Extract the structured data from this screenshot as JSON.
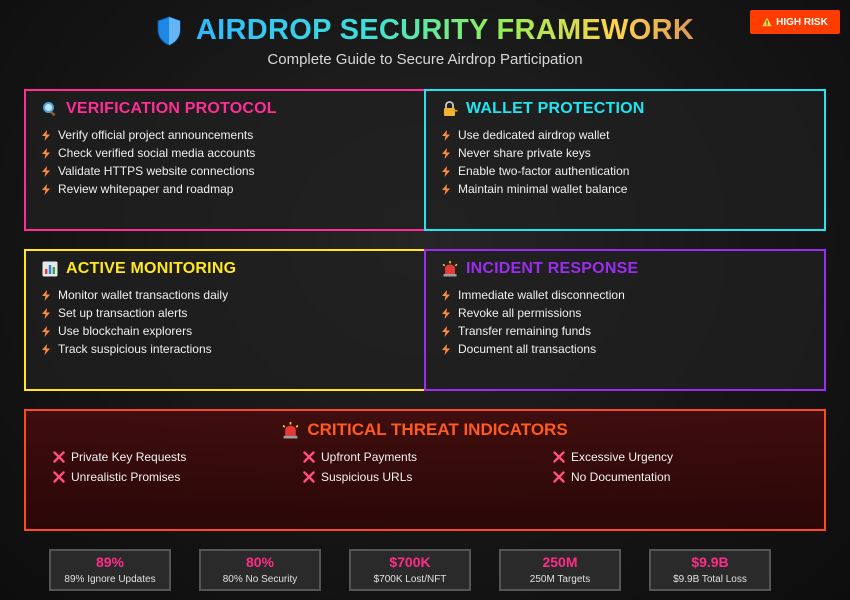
{
  "header": {
    "title": "AIRDROP SECURITY FRAMEWORK",
    "subtitle": "Complete Guide to Secure Airdrop Participation",
    "risk_badge": "HIGH RISK",
    "risk_badge_icon": "warning-icon",
    "title_icon": "shield-icon"
  },
  "cards": {
    "verification": {
      "title": "VERIFICATION PROTOCOL",
      "icon": "magnifier-icon",
      "color": "#ff2d95",
      "items": [
        "Verify official project announcements",
        "Check verified social media accounts",
        "Validate HTTPS website connections",
        "Review whitepaper and roadmap"
      ]
    },
    "wallet": {
      "title": "WALLET PROTECTION",
      "icon": "lock-key-icon",
      "color": "#1fe6f0",
      "items": [
        "Use dedicated airdrop wallet",
        "Never share private keys",
        "Enable two-factor authentication",
        "Maintain minimal wallet balance"
      ]
    },
    "monitoring": {
      "title": "ACTIVE MONITORING",
      "icon": "bar-chart-icon",
      "color": "#ffe81f",
      "items": [
        "Monitor wallet transactions daily",
        "Set up transaction alerts",
        "Use blockchain explorers",
        "Track suspicious interactions"
      ]
    },
    "incident": {
      "title": "INCIDENT RESPONSE",
      "icon": "siren-icon",
      "color": "#9a2df0",
      "items": [
        "Immediate wallet disconnection",
        "Revoke all permissions",
        "Transfer remaining funds",
        "Document all transactions"
      ]
    }
  },
  "threats": {
    "title": "CRITICAL THREAT INDICATORS",
    "icon": "siren-icon",
    "color": "#ff5a1f",
    "items": [
      "Private Key Requests",
      "Upfront Payments",
      "Excessive Urgency",
      "Unrealistic Promises",
      "Suspicious URLs",
      "No Documentation"
    ]
  },
  "stats": [
    {
      "value": "89%",
      "label": "89% Ignore Updates"
    },
    {
      "value": "80%",
      "label": "80% No Security"
    },
    {
      "value": "$700K",
      "label": "$700K Lost/NFT"
    },
    {
      "value": "250M",
      "label": "250M Targets"
    },
    {
      "value": "$9.9B",
      "label": "$9.9B Total Loss"
    }
  ],
  "colors": {
    "bullet": "#ff8a3d",
    "threat_x": "#ff4f7a",
    "stat_value": "#ff2d8a",
    "badge": "#ff3d00"
  }
}
